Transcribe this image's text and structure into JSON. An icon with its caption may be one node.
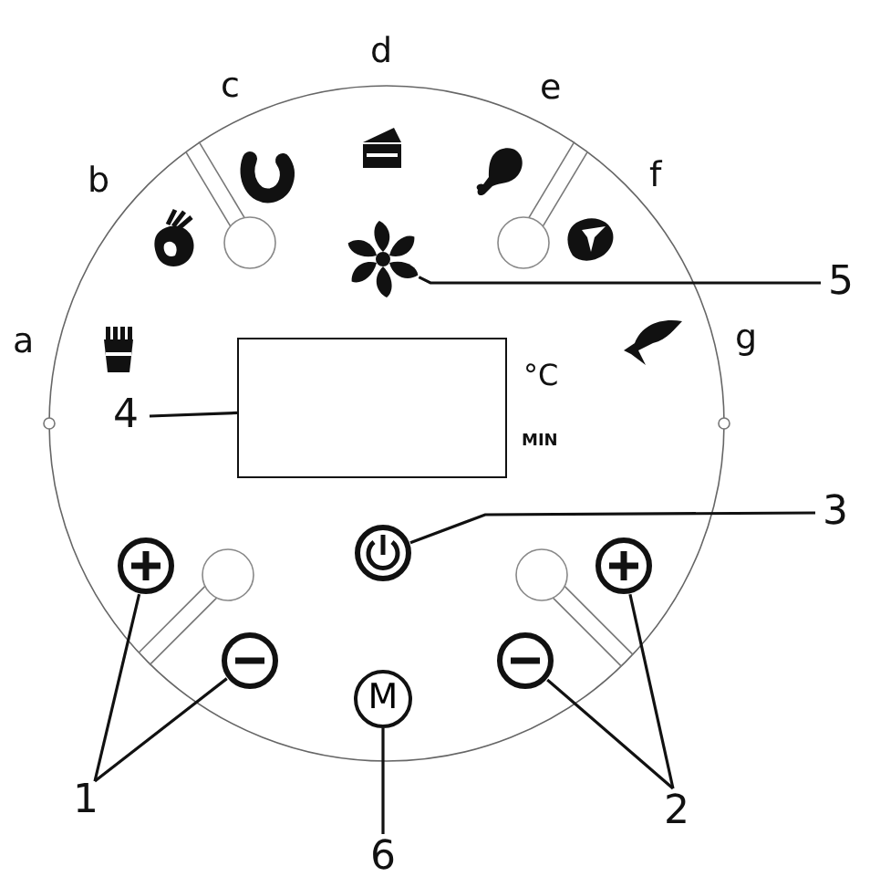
{
  "diagram": {
    "nodes": [
      {
        "text": [
          "1"
        ]
      },
      {
        "text": [
          "2"
        ]
      },
      {
        "text": [
          "3"
        ]
      },
      {
        "text": [
          "4"
        ]
      },
      {
        "text": [
          "5"
        ]
      },
      {
        "text": [
          "6"
        ]
      },
      {
        "text": [],
        "shape": "circle"
      },
      {
        "text": [],
        "shape": "circle"
      },
      {
        "text": [],
        "shape": "circle"
      },
      {
        "text": [],
        "shape": "circle"
      },
      {
        "text": [],
        "shape": "circle"
      },
      {
        "text": [],
        "shape": "box"
      },
      {
        "text": [],
        "shape": "fan"
      },
      {
        "text": [
          "M"
        ]
      }
    ],
    "edges": [
      {
        "from": 0,
        "to": 6,
        "arrow": "none"
      },
      {
        "from": 0,
        "to": 7,
        "arrow": "none"
      },
      {
        "from": 1,
        "to": 8,
        "arrow": "none"
      },
      {
        "from": 1,
        "to": 9,
        "arrow": "none"
      },
      {
        "from": 2,
        "to": 10,
        "arrow": "none"
      },
      {
        "from": 3,
        "to": 11,
        "arrow": "none"
      },
      {
        "from": 4,
        "to": 12,
        "arrow": "none"
      },
      {
        "from": 5,
        "to": 13,
        "arrow": "none"
      }
    ],
    "labels": [
      "c",
      "d",
      "e",
      "b",
      "f",
      "a",
      "g",
      "°C",
      "MIN"
    ]
  }
}
